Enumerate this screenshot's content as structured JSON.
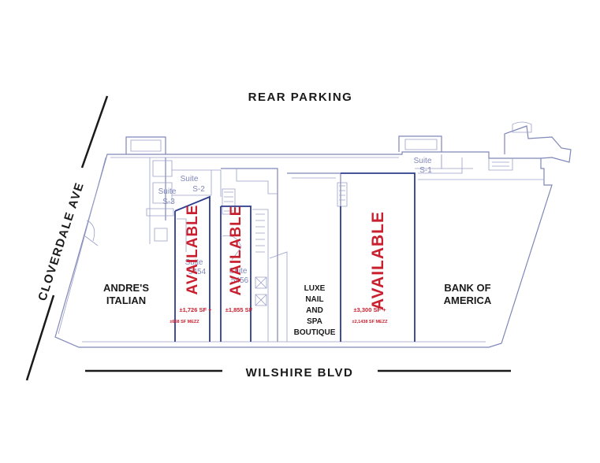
{
  "streets": {
    "top": "REAR PARKING",
    "left": "CLOVERDALE AVE",
    "bottom": "WILSHIRE BLVD"
  },
  "tenants": {
    "andres_line1": "ANDRE'S",
    "andres_line2": "ITALIAN",
    "luxe_line1": "LUXE",
    "luxe_line2": "NAIL",
    "luxe_line3": "AND",
    "luxe_line4": "SPA",
    "luxe_line5": "BOUTIQUE",
    "boa_line1": "BANK OF",
    "boa_line2": "AMERICA"
  },
  "available_units": {
    "unit1": {
      "label": "AVAILABLE",
      "sf": "±1,726 SF +",
      "mezz": "±668 SF MEZZ"
    },
    "unit2": {
      "label": "AVAILABLE",
      "sf": "±1,855 SF"
    },
    "unit3": {
      "label": "AVAILABLE",
      "sf": "±3,300 SF +",
      "mezz": "±2,1438 SF MEZZ"
    }
  },
  "suites": {
    "s2_a": "Suite",
    "s2_b": "S-2",
    "s3_a": "Suite",
    "s3_b": "S-3",
    "s1_a": "Suite",
    "s1_b": "S-1",
    "u5454_a": "Suite",
    "u5454_b": "5454",
    "u5456_a": "Suite",
    "u5456_b": "5456"
  },
  "colors": {
    "available": "#c8202f",
    "plan_lines": "#7f86b8",
    "unit_divider": "#2d3d8f",
    "text": "#1a1a1a"
  }
}
